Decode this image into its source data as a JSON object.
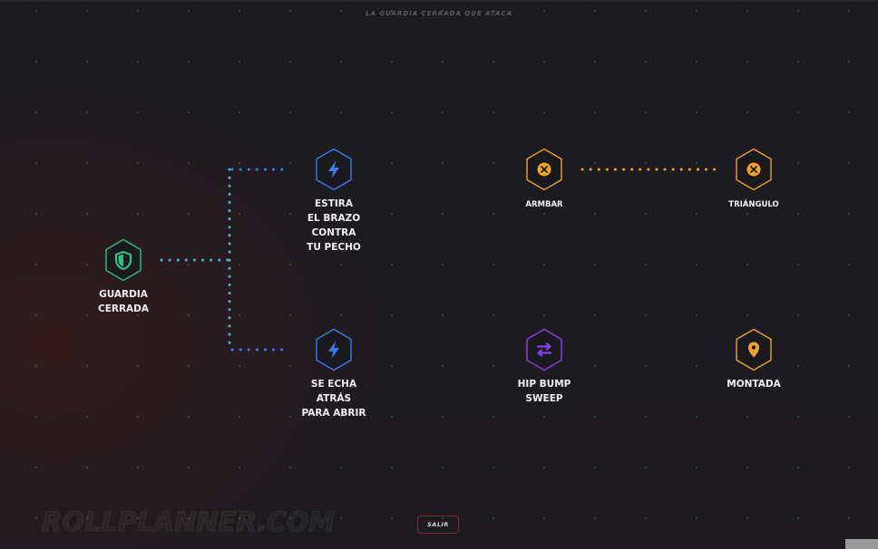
{
  "header": {
    "title": "LA GUARDIA CERRADA QUE ATACA"
  },
  "colors": {
    "green": "#2fbf84",
    "blue": "#3e7bf0",
    "orange": "#f0a326",
    "purple": "#8a3ff0",
    "teal_connector": "#3fb6c2"
  },
  "nodes": [
    {
      "id": "guardia-cerrada",
      "label": "GUARDIA\nCERRADA",
      "icon": "shield-icon",
      "color": "#2fbf84"
    },
    {
      "id": "estira-el-brazo",
      "label": "ESTIRA\nEL BRAZO\nCONTRA\nTU PECHO",
      "icon": "lightning-icon",
      "color": "#3e7bf0"
    },
    {
      "id": "armbar",
      "label": "ARMBAR",
      "icon": "x-submission-icon",
      "color": "#f0a326"
    },
    {
      "id": "triangulo",
      "label": "TRIÁNGULO",
      "icon": "x-submission-icon",
      "color": "#f0a326"
    },
    {
      "id": "se-echa-atras",
      "label": "SE ECHA\nATRÁS\nPARA ABRIR",
      "icon": "lightning-icon",
      "color": "#3e7bf0"
    },
    {
      "id": "hip-bump-sweep",
      "label": "HIP BUMP\nSWEEP",
      "icon": "swap-arrows-icon",
      "color": "#8a3ff0"
    },
    {
      "id": "montada",
      "label": "MONTADA",
      "icon": "location-pin-icon",
      "color": "#f0a326"
    }
  ],
  "footer": {
    "watermark": "ROLLPLANNER.COM",
    "exit_label": "SALIR"
  }
}
